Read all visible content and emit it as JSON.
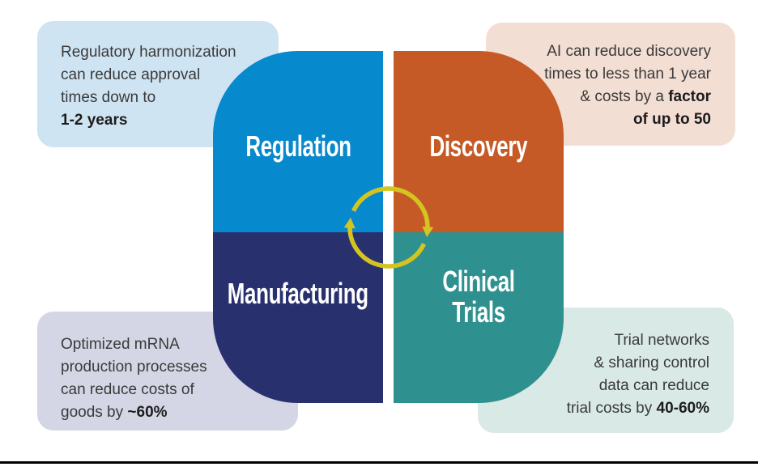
{
  "palette": {
    "text": "#3a3a3a",
    "text_bold": "#1c1c1c",
    "background": "#ffffff",
    "footer_rule": "#000000"
  },
  "quadrants": [
    {
      "key": "regulation",
      "label": "Regulation",
      "color": "#0789cd"
    },
    {
      "key": "discovery",
      "label": "Discovery",
      "color": "#c65a26"
    },
    {
      "key": "manufacturing",
      "label": "Manufacturing",
      "color": "#28316e"
    },
    {
      "key": "clinical_trials",
      "label": "Clinical Trials",
      "color": "#2e918f"
    }
  ],
  "center": {
    "icon": "cycle-arrows",
    "color": "#d4c41f",
    "direction": "clockwise"
  },
  "callouts": {
    "top_left": {
      "bg": "#cfe4f2",
      "align": "left",
      "lines": [
        [
          {
            "t": "Regulatory harmonization"
          }
        ],
        [
          {
            "t": "can reduce approval"
          }
        ],
        [
          {
            "t": "times down to"
          }
        ],
        [
          {
            "t": "1-2 years",
            "b": true
          }
        ]
      ]
    },
    "top_right": {
      "bg": "#f3ded4",
      "align": "right",
      "lines": [
        [
          {
            "t": "AI can reduce discovery"
          }
        ],
        [
          {
            "t": "times to less than 1 year"
          }
        ],
        [
          {
            "t": "& costs by a "
          },
          {
            "t": "factor",
            "b": true
          }
        ],
        [
          {
            "t": "of up to 50",
            "b": true
          }
        ]
      ]
    },
    "bottom_left": {
      "bg": "#d4d6e6",
      "align": "left",
      "lines": [
        [
          {
            "t": "Optimized mRNA"
          }
        ],
        [
          {
            "t": "production processes"
          }
        ],
        [
          {
            "t": "can reduce costs of"
          }
        ],
        [
          {
            "t": "goods by "
          },
          {
            "t": "~60%",
            "b": true
          }
        ]
      ]
    },
    "bottom_right": {
      "bg": "#d9e9e6",
      "align": "right",
      "lines": [
        [
          {
            "t": "Trial networks"
          }
        ],
        [
          {
            "t": "& sharing control"
          }
        ],
        [
          {
            "t": "data can reduce"
          }
        ],
        [
          {
            "t": "trial costs by "
          },
          {
            "t": "40-60%",
            "b": true
          }
        ]
      ]
    }
  }
}
